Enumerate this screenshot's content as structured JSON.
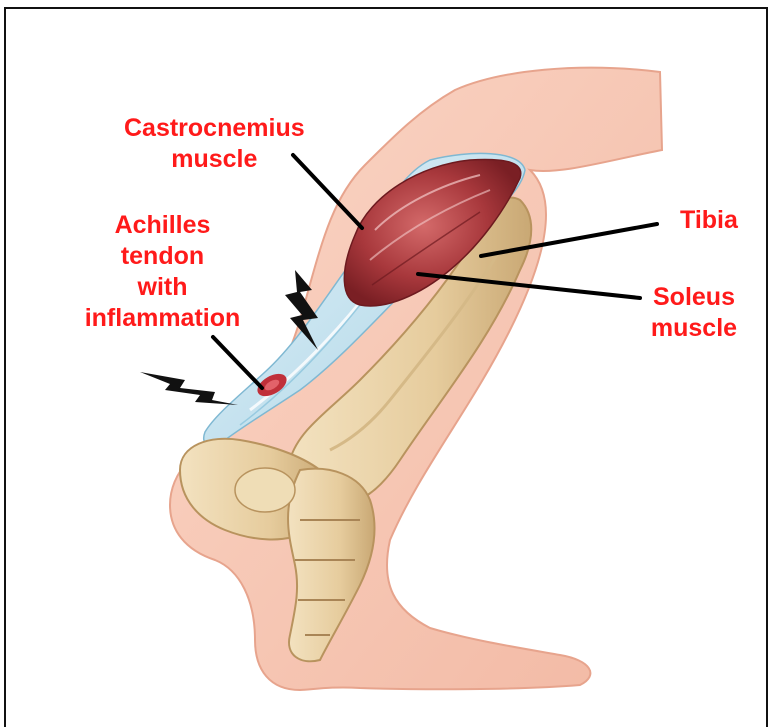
{
  "labels": {
    "gastrocnemius": [
      "Castrocnemius",
      "muscle"
    ],
    "achilles": [
      "Achilles",
      "tendon",
      "with",
      "inflammation"
    ],
    "tibia": [
      "Tibia"
    ],
    "soleus": [
      "Soleus",
      "muscle"
    ]
  },
  "colors": {
    "label_text": "#ff1a1a",
    "leader_line": "#000000",
    "skin": "#f6c7b4",
    "bone": "#ead3a8",
    "muscle": "#a8383c",
    "tendon": "#b9dcea",
    "inflammation": "#c0303a",
    "frame": "#111111"
  },
  "icons": {
    "pain_markers": [
      "lightning-bolt-icon",
      "lightning-bolt-icon"
    ]
  }
}
